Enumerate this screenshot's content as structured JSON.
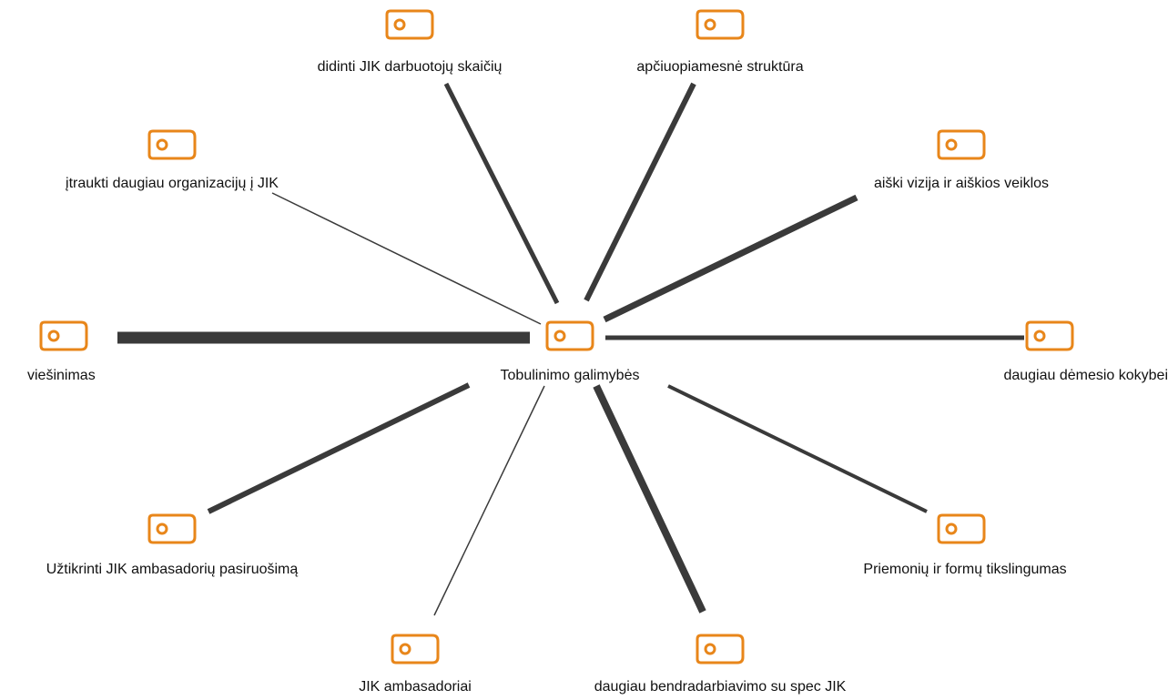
{
  "colors": {
    "tag_stroke": "#e8861a",
    "edge": "#3a3a3a",
    "text": "#111111",
    "background": "#ffffff"
  },
  "node_icon": "tag-icon",
  "center": {
    "id": "center",
    "label": "Tobulinimo galimybės"
  },
  "nodes": [
    {
      "id": "didinti",
      "label": "didinti JIK darbuotojų skaičių",
      "weight": 5
    },
    {
      "id": "apciuopiamesne",
      "label": "apčiuopiamesnė struktūra",
      "weight": 6
    },
    {
      "id": "itraukti",
      "label": "įtraukti daugiau organizacijų į JIK",
      "weight": 1.5
    },
    {
      "id": "aiski",
      "label": "aiški vizija ir aiškios veiklos",
      "weight": 7
    },
    {
      "id": "viesinimas",
      "label": "viešinimas",
      "weight": 13
    },
    {
      "id": "daugiau_demesio",
      "label": "daugiau dėmesio kokybei",
      "weight": 5
    },
    {
      "id": "uztikrinti",
      "label": "Užtikrinti JIK ambasadorių pasiruošimą",
      "weight": 6
    },
    {
      "id": "priemoniu",
      "label": "Priemonių ir formų tikslingumas",
      "weight": 4
    },
    {
      "id": "ambasadoriai",
      "label": "JIK ambasadoriai",
      "weight": 1.5
    },
    {
      "id": "bendradarbiavimo",
      "label": "daugiau bendradarbiavimo su spec JIK",
      "weight": 8
    }
  ]
}
